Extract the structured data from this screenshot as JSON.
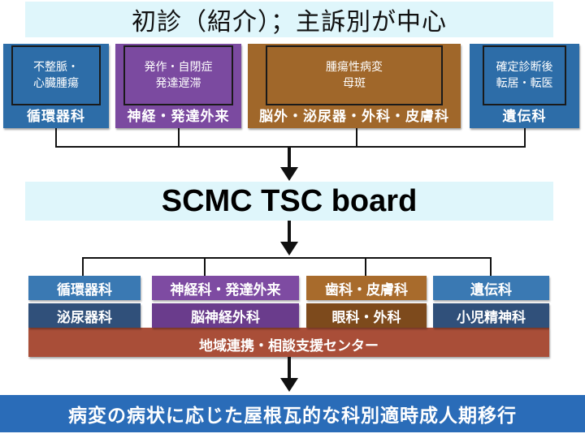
{
  "title": "初診（紹介）；主訴別が中心",
  "departments": [
    {
      "lines": [
        "不整脈・",
        "心臓腫瘍"
      ],
      "label": "循環器科"
    },
    {
      "lines": [
        "発作・自閉症",
        "発達遅滞"
      ],
      "label": "神経・発達外来"
    },
    {
      "lines": [
        "腫瘍性病変",
        "母斑"
      ],
      "label": "脳外・泌尿器・外科・皮膚科"
    },
    {
      "lines": [
        "確定診断後",
        "転居・転医"
      ],
      "label": "遺伝科"
    }
  ],
  "board": "SCMC TSC board",
  "team": {
    "row1": [
      "循環器科",
      "神経科・発達外来",
      "歯科・皮膚科",
      "遺伝科"
    ],
    "row2": [
      "泌尿器科",
      "脳神経外科",
      "眼科・外科",
      "小児精神科"
    ],
    "center": "地域連携・相談支援センター"
  },
  "outcome": "病変の病状に応じた屋根瓦的な科別適時成人期移行",
  "colors": {
    "title_bg": "#dff6fb",
    "blue": "#2d6da8",
    "purple": "#7b4aa0",
    "brown": "#a0672a",
    "center_bg": "#a94e38",
    "bottom_bg": "#2a6cb8"
  }
}
